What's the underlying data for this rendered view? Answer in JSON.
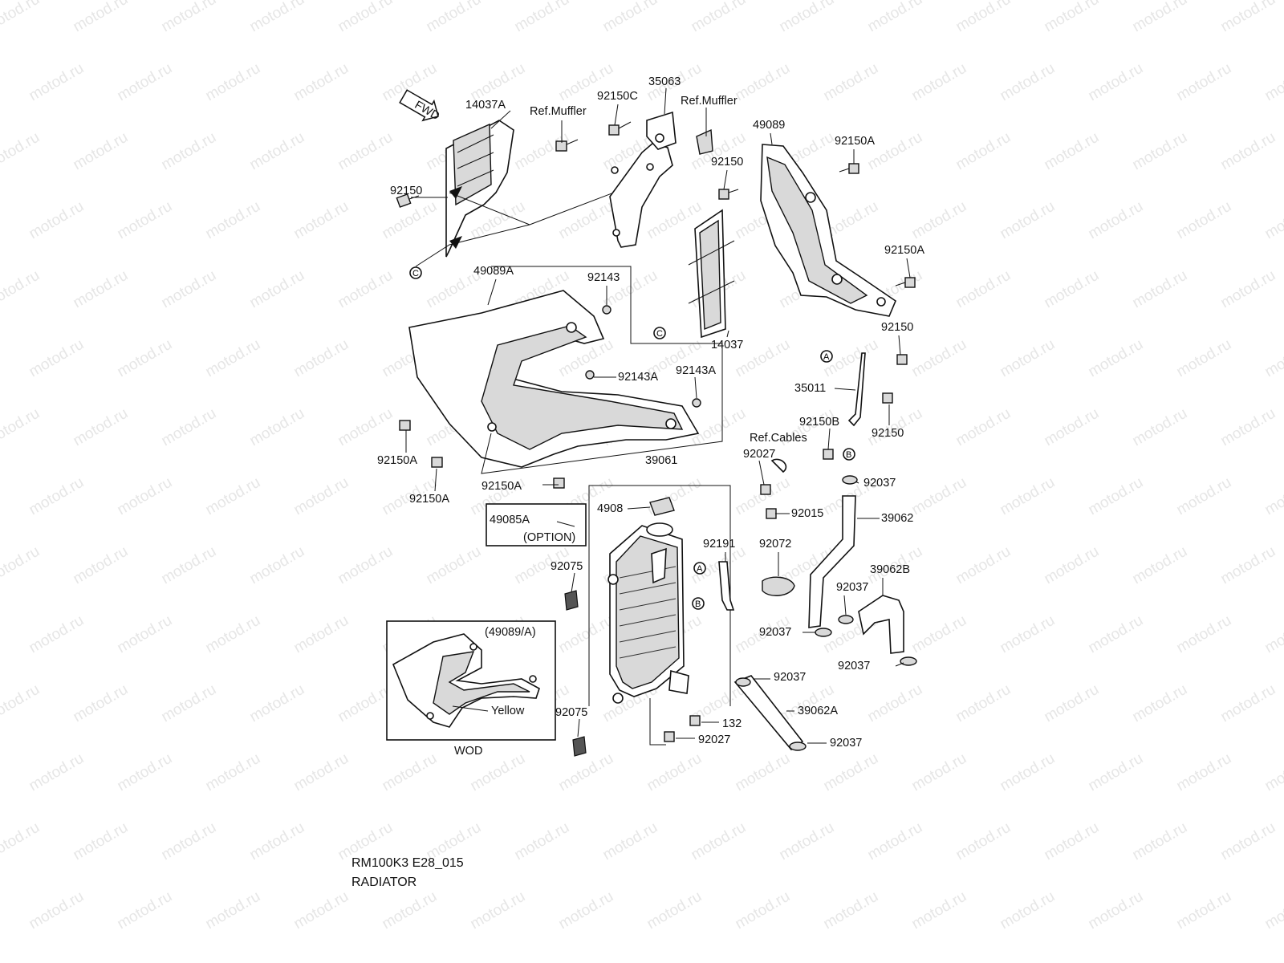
{
  "caption": {
    "model": "RM100K3 E28_015",
    "title": "RADIATOR"
  },
  "watermark": "motod.ru",
  "labels": {
    "fwd": "FWD",
    "p14037A": "14037A",
    "p92150_a": "92150",
    "refMuffler1": "Ref.Muffler",
    "p92150C": "92150C",
    "p35063": "35063",
    "refMuffler2": "Ref.Muffler",
    "p49089": "49089",
    "p92150A_a": "92150A",
    "p92150_b": "92150",
    "p92150A_b": "92150A",
    "p14037": "14037",
    "p49089A": "49089A",
    "p92143": "92143",
    "p92143A_a": "92143A",
    "p92143A_b": "92143A",
    "p92150_c": "92150",
    "p35011": "35011",
    "p92150B": "92150B",
    "p92150_d": "92150",
    "refCables": "Ref.Cables",
    "p92027_a": "92027",
    "p92150A_c": "92150A",
    "p92150A_d": "92150A",
    "p92150A_e": "92150A",
    "p39061": "39061",
    "p92037_a": "92037",
    "p4908": "4908",
    "p92015": "92015",
    "p39062": "39062",
    "p49085A": "49085A",
    "option": "(OPTION)",
    "p92191": "92191",
    "p92072": "92072",
    "p39062B": "39062B",
    "p92075_a": "92075",
    "p92037_b": "92037",
    "p92037_c": "92037",
    "p92037_d": "92037",
    "p92037_e": "92037",
    "p39062A": "39062A",
    "p92075_b": "92075",
    "p132": "132",
    "p92027_b": "92027",
    "p92037_f": "92037",
    "wodRef": "(49089/A)",
    "yellow": "Yellow",
    "wod": "WOD"
  },
  "refs": {
    "A": "A",
    "B": "B",
    "C": "C"
  }
}
